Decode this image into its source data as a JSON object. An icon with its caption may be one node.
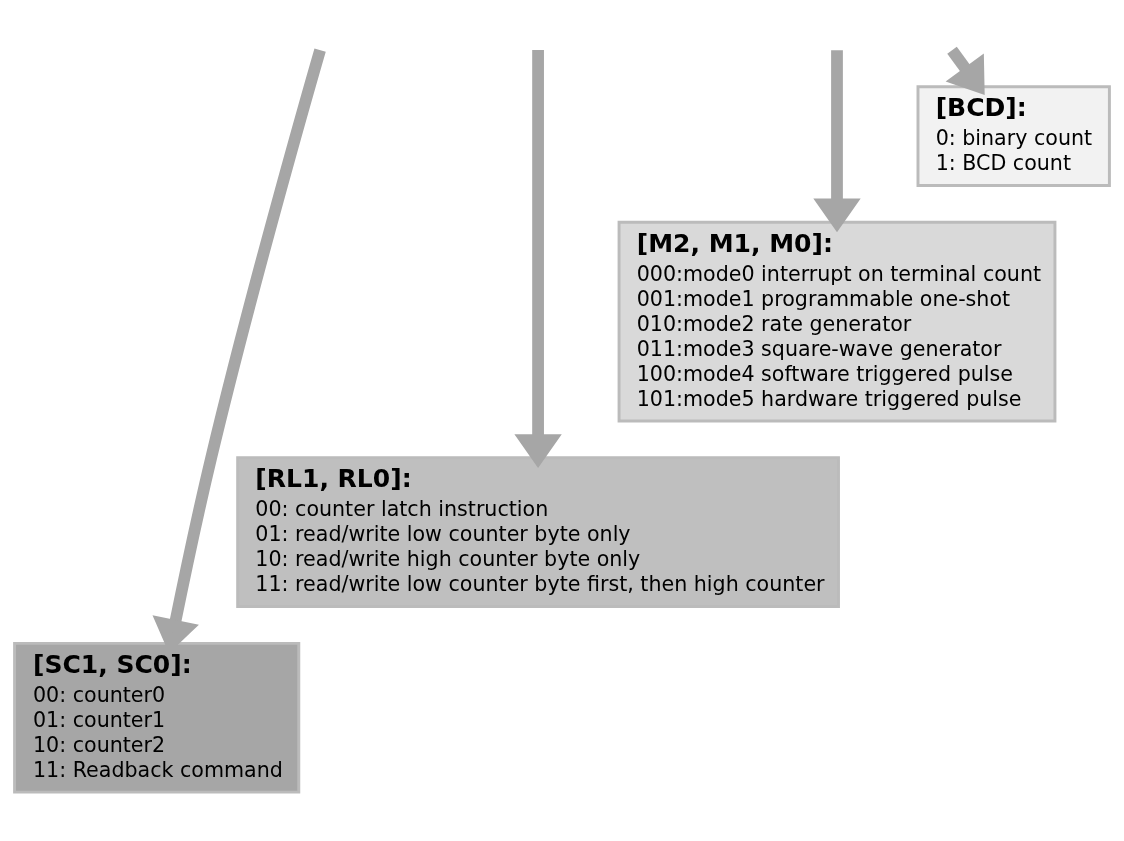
{
  "diagram": {
    "nodes": [
      {
        "text": [
          "[BCD]:",
          "0: binary count",
          "1: BCD count"
        ]
      },
      {
        "text": [
          "[M2, M1, M0]:",
          "000:mode0 interrupt on terminal count",
          "001:mode1 programmable one-shot",
          "010:mode2 rate generator",
          "011:mode3 square-wave generator",
          "100:mode4 software triggered pulse",
          "101:mode5 hardware triggered pulse"
        ]
      },
      {
        "text": [
          "[RL1, RL0]:",
          "00: counter latch instruction",
          "01: read/write low counter byte only",
          "10: read/write high counter byte only",
          "11: read/write low counter byte first, then high counter"
        ]
      },
      {
        "text": [
          "[SC1, SC0]:",
          "00: counter0",
          "01: counter1",
          "10: counter2",
          "11: Readback command"
        ]
      }
    ],
    "edges": [
      {
        "from": null,
        "to": 0,
        "arrow": "to"
      },
      {
        "from": null,
        "to": 1,
        "arrow": "to"
      },
      {
        "from": null,
        "to": 2,
        "arrow": "to"
      },
      {
        "from": null,
        "to": 3,
        "arrow": "to"
      }
    ]
  }
}
